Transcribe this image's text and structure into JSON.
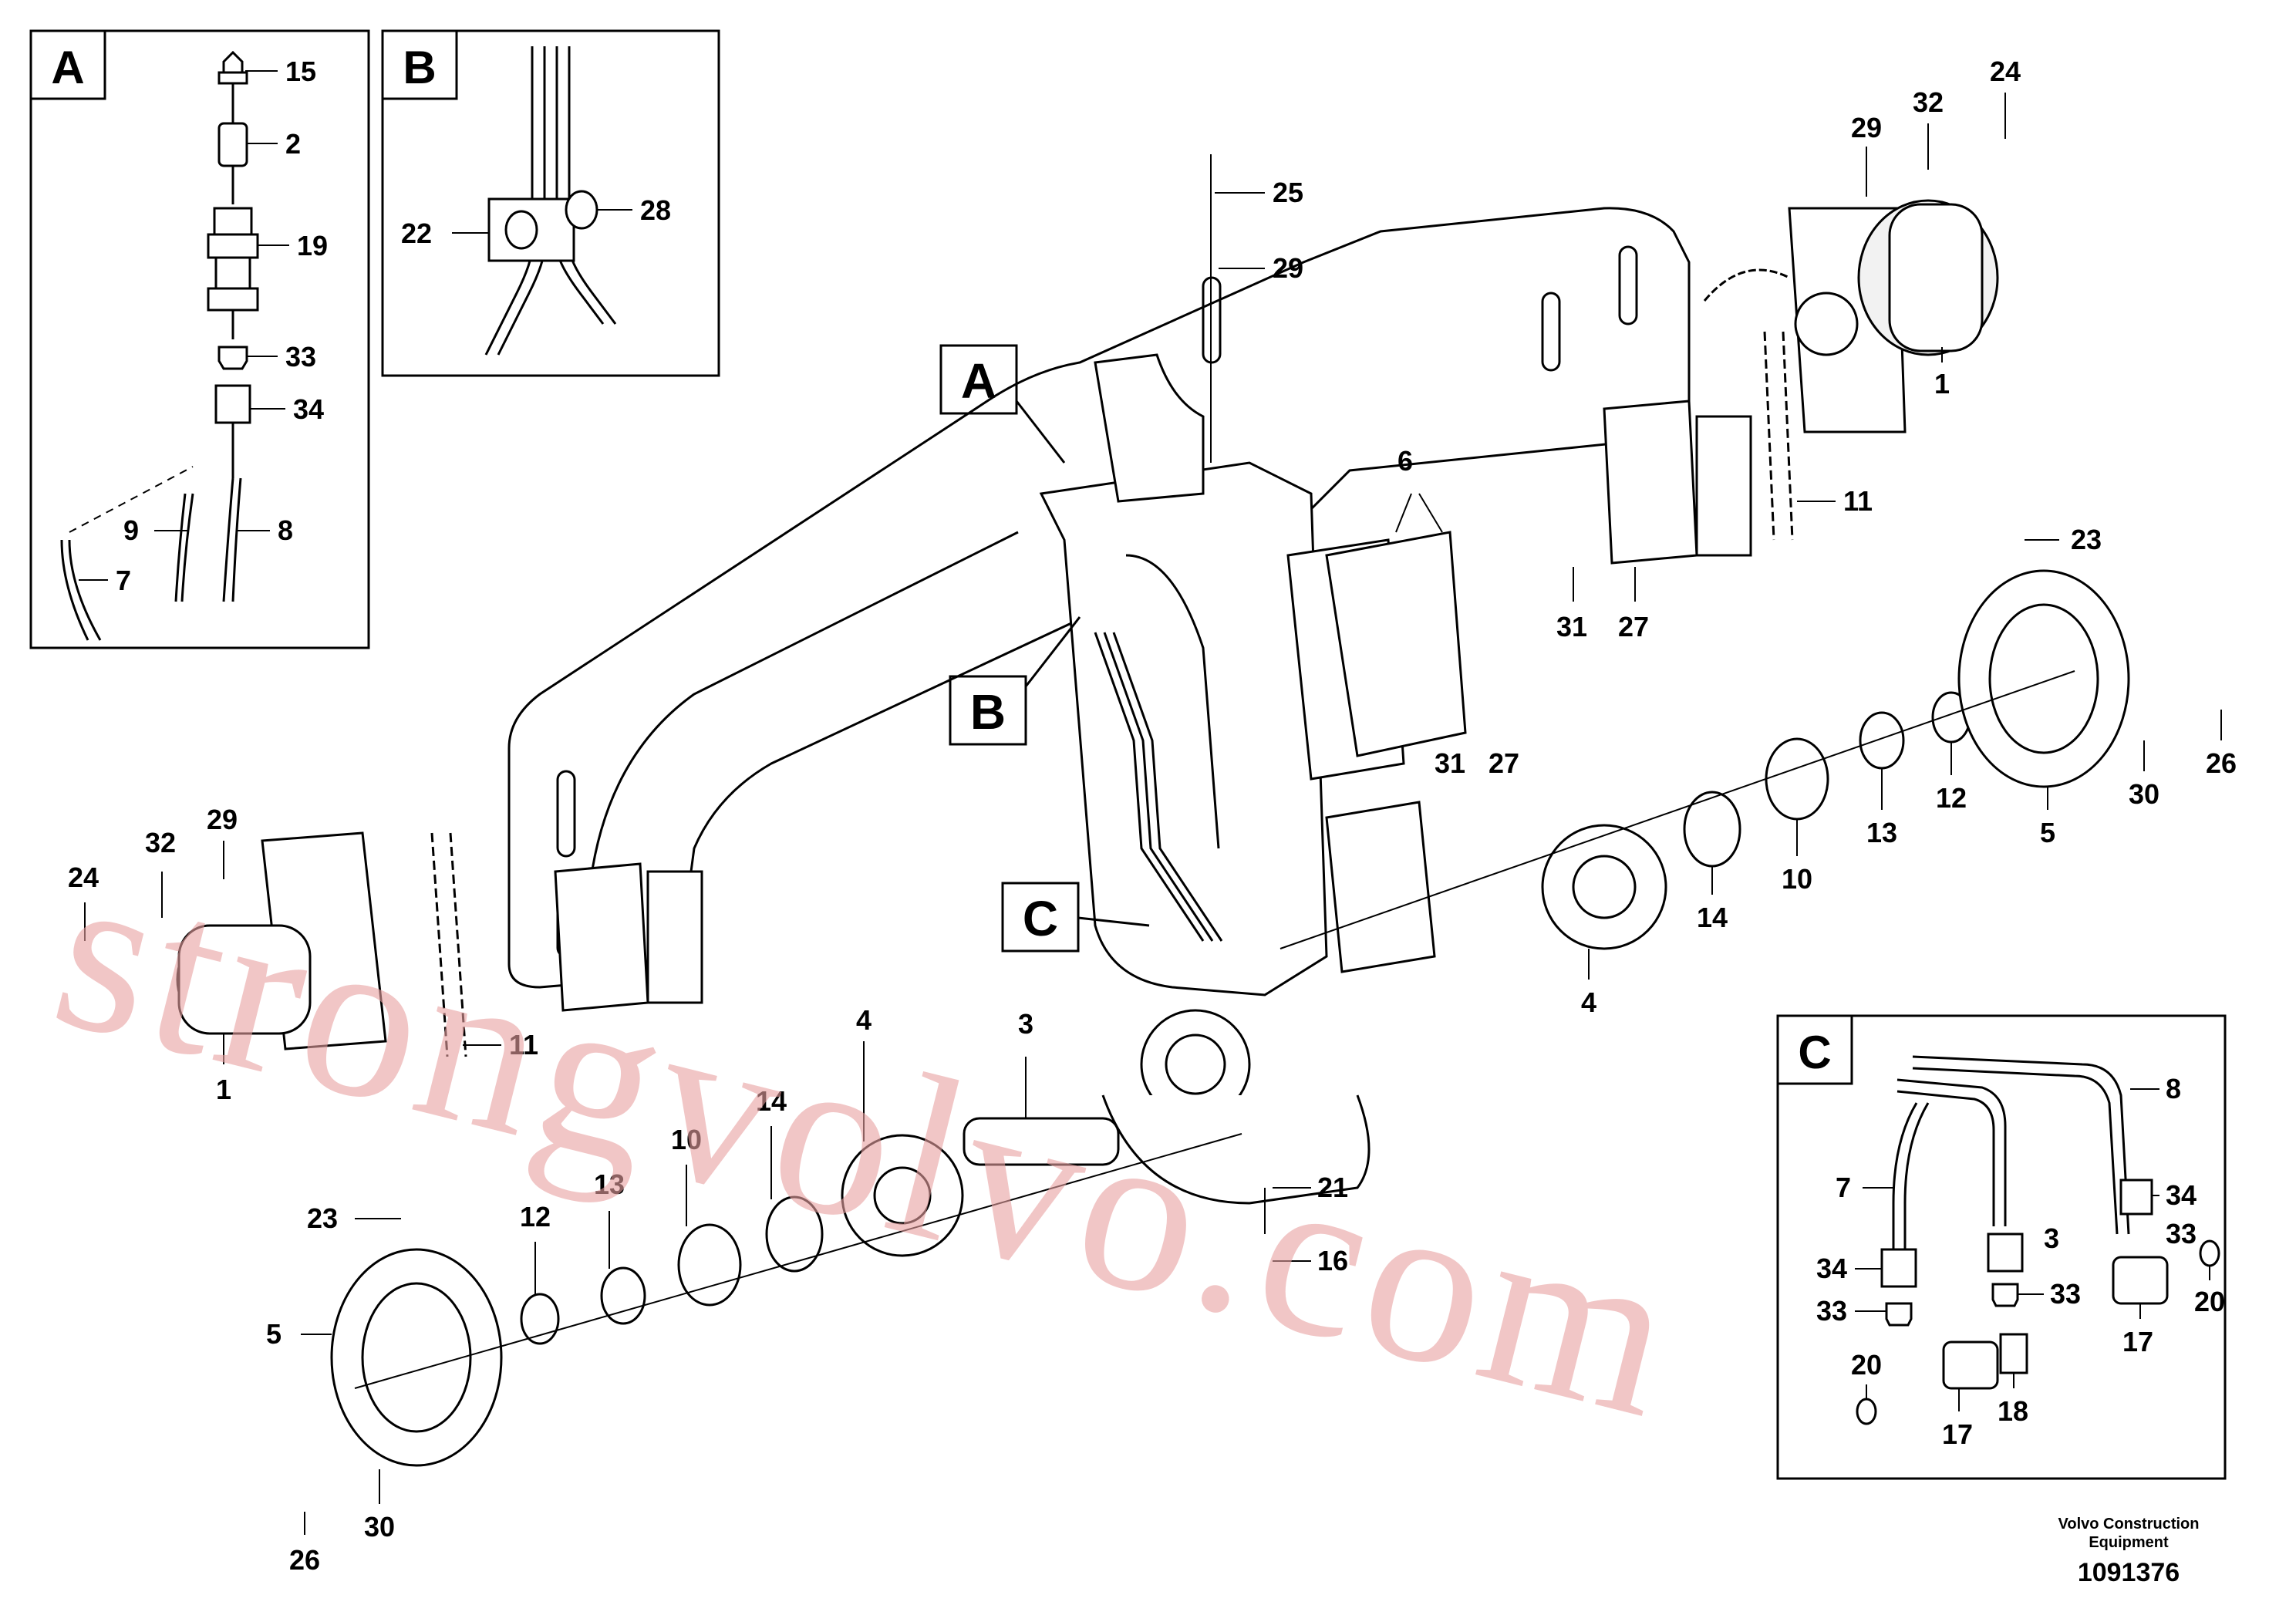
{
  "insets": {
    "A": {
      "letter": "A",
      "labels": [
        "15",
        "2",
        "19",
        "33",
        "34",
        "9",
        "8",
        "7"
      ]
    },
    "B": {
      "letter": "B",
      "labels": [
        "22",
        "28"
      ]
    },
    "C": {
      "letter": "C",
      "labels": [
        "8",
        "7",
        "34",
        "33",
        "34",
        "33",
        "20",
        "17",
        "20",
        "17",
        "18",
        "3"
      ]
    }
  },
  "view_markers": [
    "A",
    "B",
    "C"
  ],
  "main_labels": {
    "l25": "25",
    "l29a": "29",
    "l29b": "29",
    "l32a": "32",
    "l24a": "24",
    "l1a": "1",
    "l11a": "11",
    "l6": "6",
    "l23a": "23",
    "l31a": "31",
    "l27a": "27",
    "l31b": "31",
    "l27b": "27",
    "l26a": "26",
    "l30a": "30",
    "l5a": "5",
    "l12a": "12",
    "l13a": "13",
    "l10a": "10",
    "l14a": "14",
    "l4a": "4",
    "l29c": "29",
    "l32b": "32",
    "l24b": "24",
    "l1b": "1",
    "l11b": "11",
    "l4b": "4",
    "l3": "3",
    "l14b": "14",
    "l10b": "10",
    "l13b": "13",
    "l12b": "12",
    "l23b": "23",
    "l5b": "5",
    "l21": "21",
    "l16": "16",
    "l26b": "26",
    "l30b": "30"
  },
  "watermark": "strongvolvo.com",
  "footer": {
    "company_line1": "Volvo Construction",
    "company_line2": "Equipment",
    "doc_number": "1091376"
  }
}
